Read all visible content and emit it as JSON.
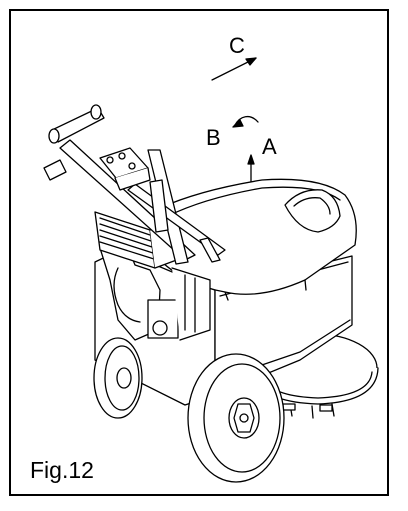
{
  "figure": {
    "caption": "Fig.12",
    "labels": {
      "a": "A",
      "b": "B",
      "c": "C"
    }
  },
  "colors": {
    "line": "#000000",
    "background": "#ffffff"
  },
  "icons": [
    "arrow-c-icon",
    "arrow-b-icon",
    "arrow-a-icon"
  ]
}
